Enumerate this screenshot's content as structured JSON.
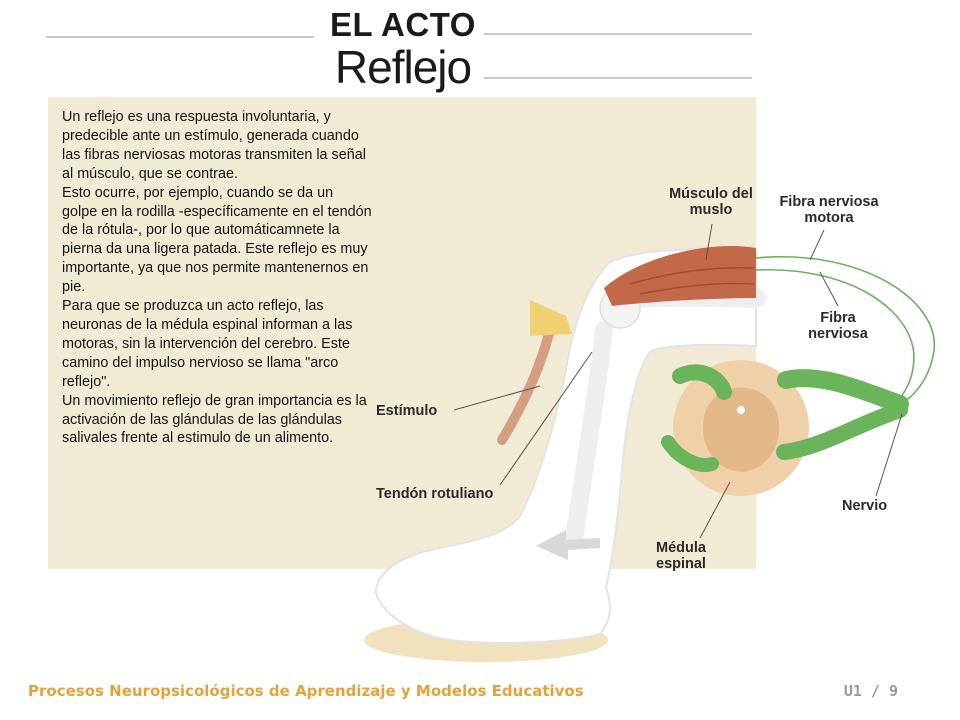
{
  "title": {
    "line1": "EL ACTO",
    "line2": "Reflejo"
  },
  "body_paragraphs": [
    "Un reflejo es una respuesta involuntaria, y predecible ante un estímulo, generada cuando las fibras nerviosas motoras transmiten la señal al músculo, que se contrae.",
    "Esto ocurre, por ejemplo, cuando se da un golpe en la rodilla -específicamente en el tendón de la rótula-, por lo que automáticamnete la pierna da una ligera patada. Este reflejo es muy importante, ya que nos permite mantenernos en pie.",
    "Para que se produzca un acto reflejo, las neuronas de la médula espinal informan a las motoras, sin la intervención del cerebro. Este camino del impulso nervioso se llama \"arco reflejo\".",
    "Un movimiento reflejo de gran importancia es la activación de las glándulas de las glándulas salivales frente al estimulo de un alimento."
  ],
  "labels": {
    "musculo": "Músculo del muslo",
    "fibra_motora": "Fibra nerviosa motora",
    "fibra": "Fibra nerviosa",
    "estimulo": "Estímulo",
    "tendon": "Tendón rotuliano",
    "nervio": "Nervio",
    "medula": "Médula espinal"
  },
  "footer": {
    "course_title": "Procesos Neuropsicológicos de Aprendizaje y Modelos Educativos",
    "page": "U1 / 9"
  },
  "colors": {
    "panel": "#f1ebd6",
    "muscle": "#c4684a",
    "nerve": "#6ab45c",
    "spinal": "#f0d0a8",
    "footer_title": "#e3a33a"
  }
}
